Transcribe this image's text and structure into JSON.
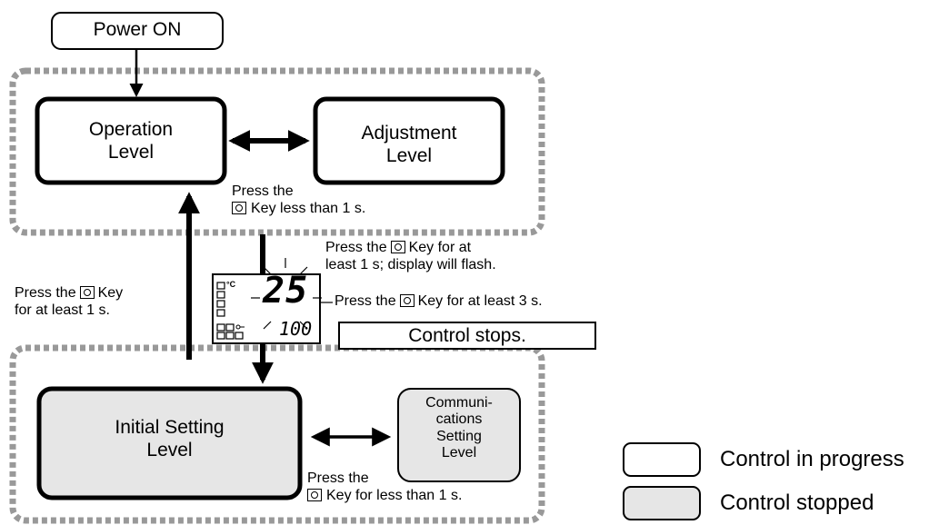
{
  "nodes": {
    "power_on": "Power ON",
    "operation_level": [
      "Operation",
      "Level"
    ],
    "adjustment_level": [
      "Adjustment",
      "Level"
    ],
    "initial_setting_level": [
      "Initial Setting",
      "Level"
    ],
    "communications_setting_level": [
      "Communi-",
      "cations",
      "Setting",
      "Level"
    ],
    "control_stops": "Control stops."
  },
  "annotations": {
    "op_adj_line1": "Press the",
    "op_adj_line2": "Key less than 1 s.",
    "flash_line1_a": "Press the",
    "flash_line1_b": "Key for at",
    "flash_line2": "least 1 s; display will flash.",
    "three_sec_a": "Press the",
    "three_sec_b": "Key for at least 3 s.",
    "back_to_op_line1_a": "Press the",
    "back_to_op_line1_b": "Key",
    "back_to_op_line2": "for at least 1 s.",
    "init_comm_line1": "Press the",
    "init_comm_line2": "Key for less than 1 s."
  },
  "display": {
    "main_value": "25",
    "sub_value": "100",
    "unit": "°C"
  },
  "legend": [
    {
      "label": "Control in progress",
      "fill": "#ffffff"
    },
    {
      "label": "Control stopped",
      "fill": "#e6e6e6"
    }
  ],
  "colors": {
    "stopped_fill": "#e6e6e6",
    "dotted_border": "#999999"
  },
  "icons": {
    "key": "level-key-icon"
  }
}
